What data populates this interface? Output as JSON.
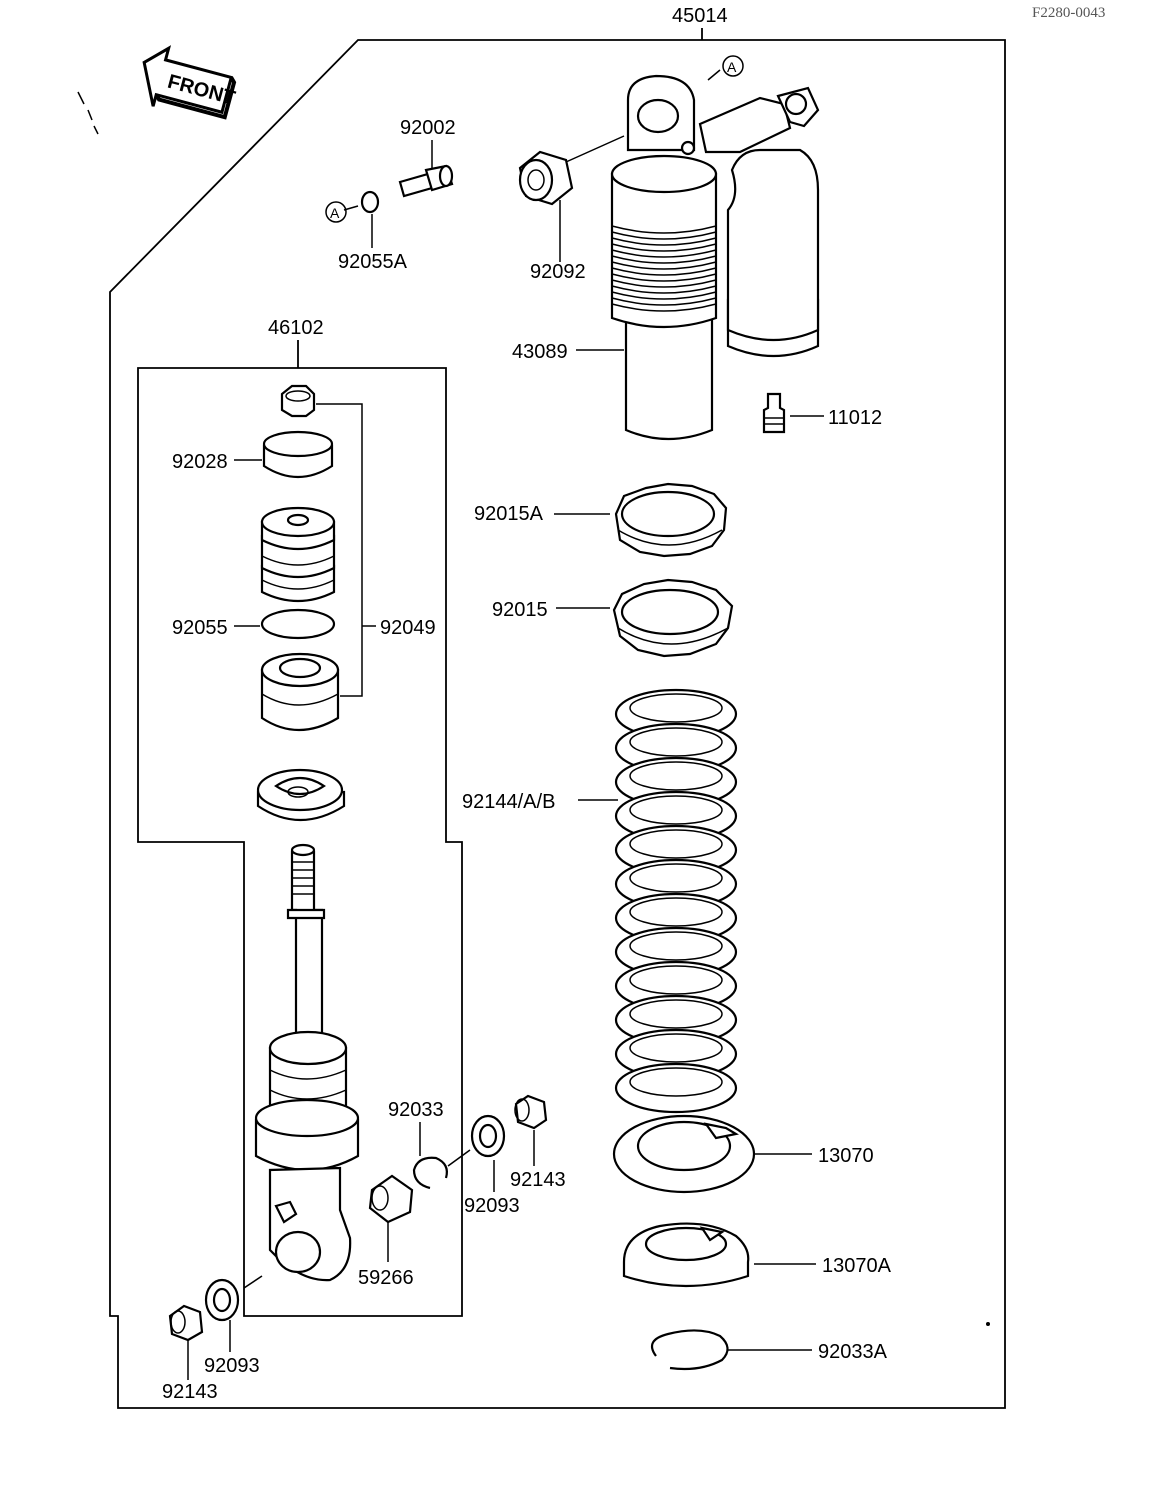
{
  "reference_code": "F2280-0043",
  "direction_label": "FRONT",
  "callout_marker": "A",
  "assembly_labels": {
    "shock_assembly": "45014",
    "damper_assembly": "46102"
  },
  "part_labels": {
    "p92002": "92002",
    "p92055A": "92055A",
    "p92092": "92092",
    "p43089": "43089",
    "p11012": "11012",
    "p92028": "92028",
    "p92015A": "92015A",
    "p92015": "92015",
    "p92055": "92055",
    "p92049": "92049",
    "p92144AB": "92144/A/B",
    "p92033": "92033",
    "p92143_right": "92143",
    "p92093_right": "92093",
    "p59266": "59266",
    "p13070": "13070",
    "p13070A": "13070A",
    "p92033A": "92033A",
    "p92093_left": "92093",
    "p92143_left": "92143"
  }
}
